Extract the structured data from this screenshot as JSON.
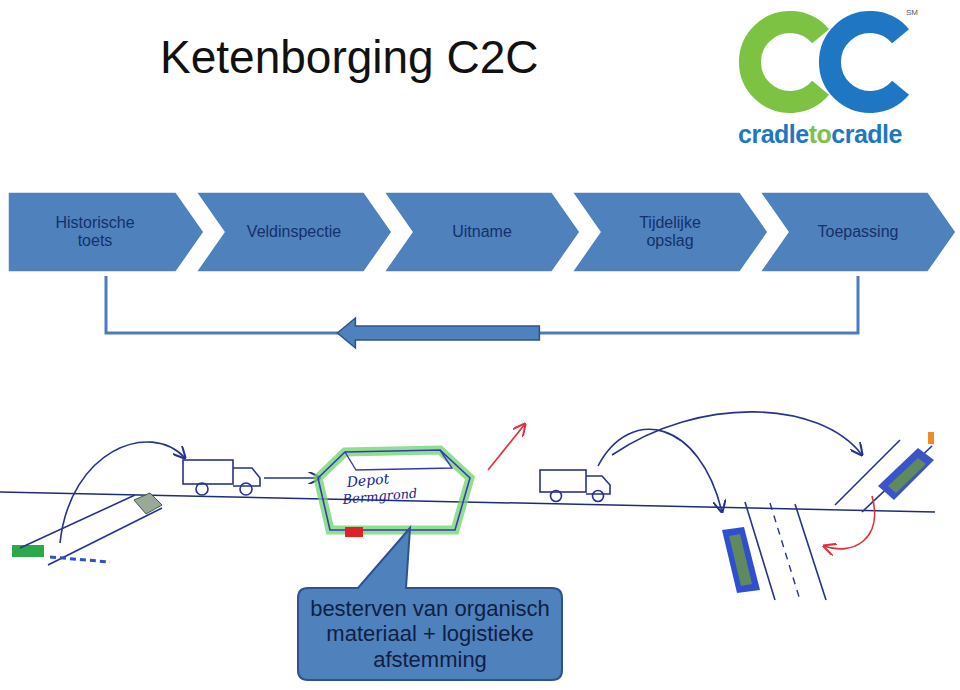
{
  "diagram": {
    "title": "Ketenborging C2C",
    "nodes": [
      {
        "text": [
          "Historische toets"
        ]
      },
      {
        "text": [
          "Veldinspectie"
        ]
      },
      {
        "text": [
          "Uitname"
        ]
      },
      {
        "text": [
          "Tijdelijke opslag"
        ]
      },
      {
        "text": [
          "Toepassing"
        ]
      },
      {
        "text": [
          "besterven van organisch materiaal + logistieke afstemming"
        ]
      }
    ],
    "edges": [
      {
        "from": 4,
        "to": 0,
        "arrow": "to"
      }
    ],
    "labels": [
      "cradle",
      "to",
      "cradle",
      "SM",
      "Depot",
      "Bermgrond"
    ]
  }
}
